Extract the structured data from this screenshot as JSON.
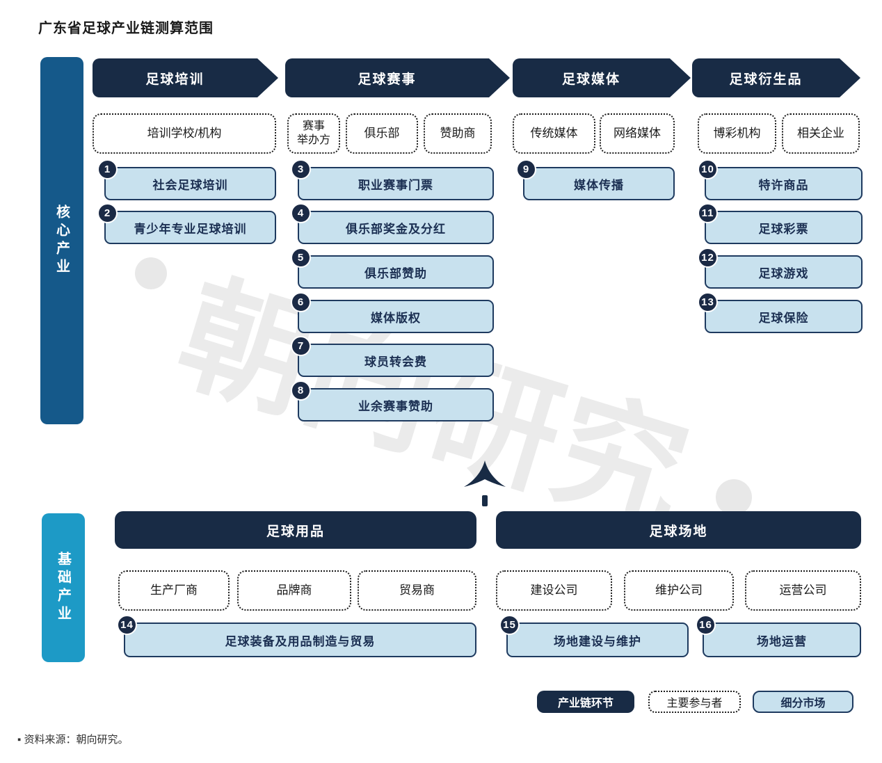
{
  "title": "广东省足球产业链测算范围",
  "watermark": {
    "text": "朝向研究"
  },
  "colors": {
    "dark_navy": "#182b45",
    "core_bar_blue": "#15598a",
    "base_bar_blue": "#1d9ac6",
    "market_fill": "#c8e1ee",
    "market_border": "#1e3a5f",
    "market_text": "#1b2f52"
  },
  "core_section": {
    "label": "核心产业",
    "columns": [
      {
        "header": "足球培训",
        "participants": [
          "培训学校/机构"
        ],
        "markets": [
          {
            "num": "1",
            "label": "社会足球培训"
          },
          {
            "num": "2",
            "label": "青少年专业足球培训"
          }
        ]
      },
      {
        "header": "足球赛事",
        "participants": [
          "赛事\n举办方",
          "俱乐部",
          "赞助商"
        ],
        "markets": [
          {
            "num": "3",
            "label": "职业赛事门票"
          },
          {
            "num": "4",
            "label": "俱乐部奖金及分红"
          },
          {
            "num": "5",
            "label": "俱乐部赞助"
          },
          {
            "num": "6",
            "label": "媒体版权"
          },
          {
            "num": "7",
            "label": "球员转会费"
          },
          {
            "num": "8",
            "label": "业余赛事赞助"
          }
        ]
      },
      {
        "header": "足球媒体",
        "participants": [
          "传统媒体",
          "网络媒体"
        ],
        "markets": [
          {
            "num": "9",
            "label": "媒体传播"
          }
        ]
      },
      {
        "header": "足球衍生品",
        "participants": [
          "博彩机构",
          "相关企业"
        ],
        "markets": [
          {
            "num": "10",
            "label": "特许商品"
          },
          {
            "num": "11",
            "label": "足球彩票"
          },
          {
            "num": "12",
            "label": "足球游戏"
          },
          {
            "num": "13",
            "label": "足球保险"
          }
        ]
      }
    ]
  },
  "base_section": {
    "label": "基础产业",
    "columns": [
      {
        "header": "足球用品",
        "participants": [
          "生产厂商",
          "品牌商",
          "贸易商"
        ],
        "markets": [
          {
            "num": "14",
            "label": "足球装备及用品制造与贸易"
          }
        ]
      },
      {
        "header": "足球场地",
        "participants": [
          "建设公司",
          "维护公司",
          "运营公司"
        ],
        "markets": [
          {
            "num": "15",
            "label": "场地建设与维护"
          },
          {
            "num": "16",
            "label": "场地运营"
          }
        ]
      }
    ]
  },
  "legend": {
    "chain": "产业链环节",
    "participant": "主要参与者",
    "market": "细分市场"
  },
  "footer": {
    "bullet": "▪",
    "source": "资料来源：朝向研究。"
  }
}
